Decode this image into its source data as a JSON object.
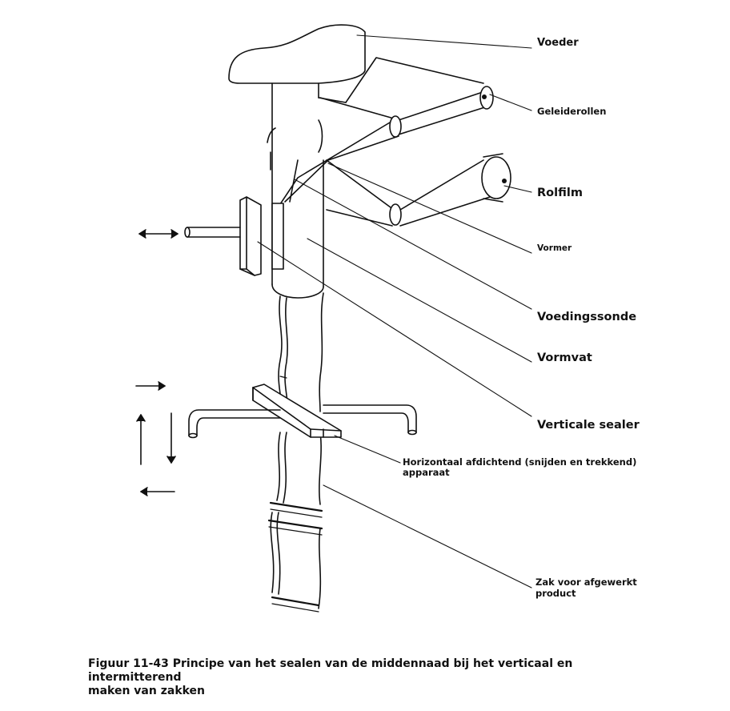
{
  "labels": {
    "feeder": "Voeder",
    "guide_rollers": "Geleiderollen",
    "roll_film": "Rolfilm",
    "former": "Vormer",
    "feed_probe": "Voedingssonde",
    "forming_tube": "Vormvat",
    "vertical_sealer": "Verticale sealer",
    "horizontal_sealer_line1": "Horizontaal afdichtend (snijden en trekkend)",
    "horizontal_sealer_line2": "apparaat",
    "finished_bag_line1": "Zak voor afgewerkt",
    "finished_bag_line2": "product"
  },
  "caption": {
    "line1": "Figuur 11-43 Principe van het sealen van de middennaad bij het verticaal en intermitterend",
    "line2": "maken van zakken"
  },
  "colors": {
    "line": "#111111",
    "background": "#ffffff"
  }
}
